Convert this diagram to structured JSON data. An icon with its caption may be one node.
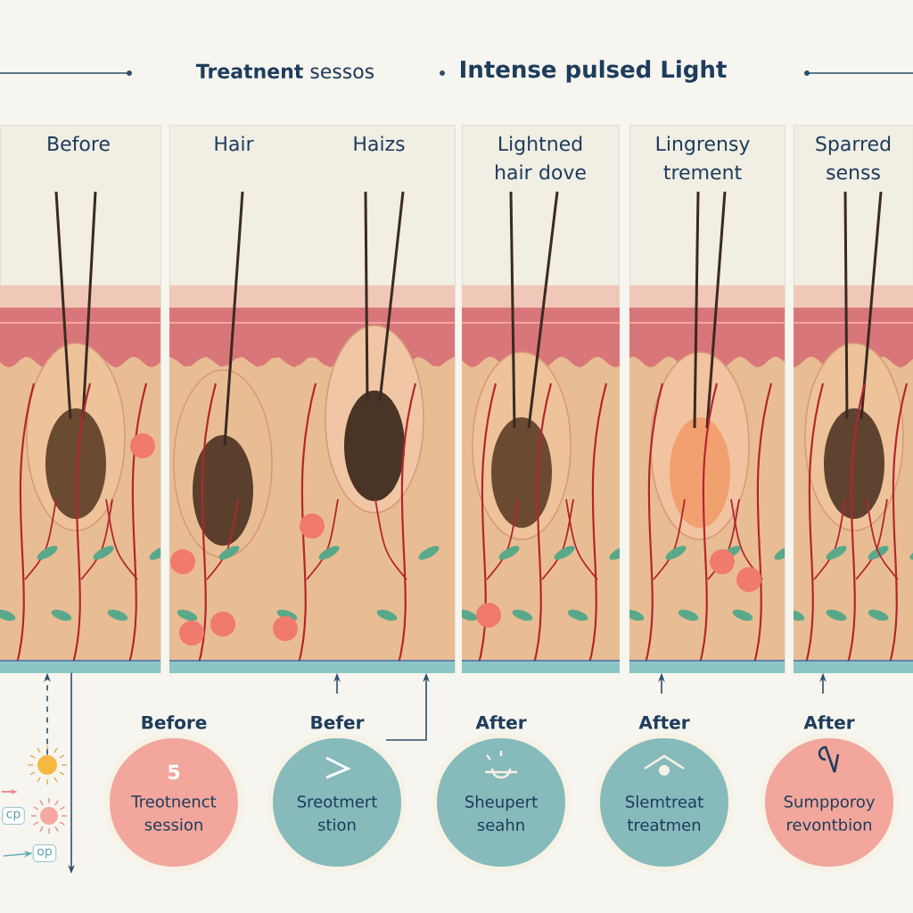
{
  "diagram": {
    "nodes": [
      {
        "text": [
          "Before"
        ]
      },
      {
        "text": [
          "Hair",
          "Haizs"
        ]
      },
      {
        "text": [
          "Lightned hair dove"
        ]
      },
      {
        "text": [
          "Lingrensy trement"
        ]
      },
      {
        "text": [
          "Sparred senss"
        ]
      },
      {
        "text": [],
        "shape": "picture"
      },
      {
        "text": [
          "cp"
        ]
      },
      {
        "text": [
          "op"
        ]
      },
      {
        "text": [
          "5",
          "Treotnenct session"
        ],
        "beside": [
          "Before"
        ]
      },
      {
        "text": [
          "Sreotmert stion"
        ],
        "beside": [
          "Befer"
        ]
      },
      {
        "text": [
          "Sheupert seahn"
        ],
        "beside": [
          "After"
        ]
      },
      {
        "text": [
          "Slemtreat treatmen"
        ],
        "beside": [
          "After"
        ]
      },
      {
        "text": [
          "Sumpporoy revontbion"
        ],
        "beside": [
          "After"
        ]
      }
    ],
    "edges": [
      {
        "from": 5,
        "to": 0,
        "arrow": "to",
        "style": "dashed"
      },
      {
        "from": 0,
        "to": null,
        "arrow": "to"
      },
      {
        "from": null,
        "to": 1,
        "arrow": "to"
      },
      {
        "from": null,
        "to": 1,
        "arrow": "to"
      },
      {
        "from": null,
        "to": 3,
        "arrow": "to"
      },
      {
        "from": null,
        "to": 4,
        "arrow": "to"
      },
      {
        "from": null,
        "to": 7,
        "arrow": "to",
        "color": "#5fb0b8"
      }
    ],
    "labels": [
      "**Treatnent** sessos",
      "Intense pulsed Light"
    ]
  }
}
